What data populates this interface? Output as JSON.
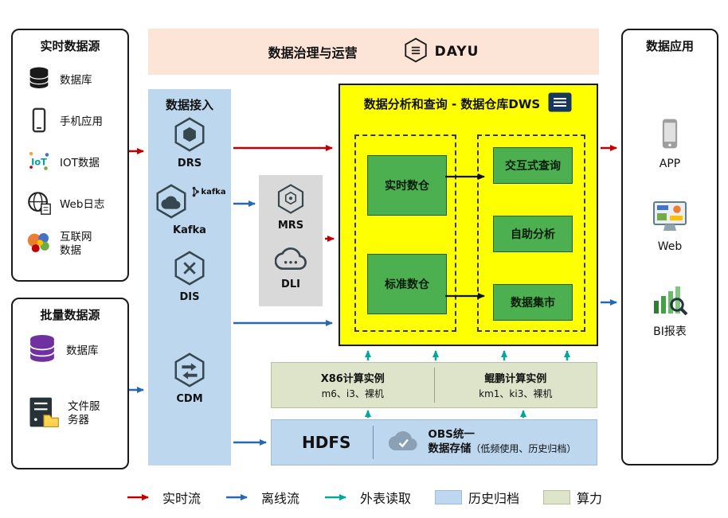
{
  "governance": {
    "title": "数据治理与运营",
    "logo_text": "DAYU"
  },
  "realtime_sources": {
    "title": "实时数据源",
    "items": [
      {
        "label": "数据库",
        "icon": "database-icon"
      },
      {
        "label": "手机应用",
        "icon": "phone-icon"
      },
      {
        "label": "IOT数据",
        "icon": "iot-icon"
      },
      {
        "label": "Web日志",
        "icon": "web-globe-icon"
      },
      {
        "label": "互联网数据",
        "icon": "internet-data-icon"
      }
    ]
  },
  "batch_sources": {
    "title": "批量数据源",
    "items": [
      {
        "label": "数据库",
        "icon": "database-purple-icon"
      },
      {
        "label": "文件服务器",
        "icon": "file-server-icon"
      }
    ]
  },
  "ingestion": {
    "title": "数据接入",
    "items": [
      {
        "label": "DRS",
        "icon": "drs-icon"
      },
      {
        "label": "Kafka",
        "icon": "kafka-icon",
        "badge": "kafka"
      },
      {
        "label": "DIS",
        "icon": "dis-icon"
      },
      {
        "label": "CDM",
        "icon": "cdm-icon"
      }
    ]
  },
  "processing": {
    "items": [
      {
        "label": "MRS",
        "icon": "mrs-icon"
      },
      {
        "label": "DLI",
        "icon": "dli-cloud-icon"
      }
    ]
  },
  "dws": {
    "title": "数据分析和查询 - 数据仓库DWS",
    "left_modules": [
      {
        "label": "实时数仓"
      },
      {
        "label": "标准数仓"
      }
    ],
    "right_modules": [
      {
        "label": "交互式查询"
      },
      {
        "label": "自助分析"
      },
      {
        "label": "数据集市"
      }
    ]
  },
  "compute": {
    "x86": {
      "title": "X86计算实例",
      "models": "m6、i3、裸机"
    },
    "kunpeng": {
      "title": "鲲鹏计算实例",
      "models": "km1、ki3、裸机"
    }
  },
  "storage": {
    "hdfs": "HDFS",
    "obs_line1": "OBS统一",
    "obs_line2": "数据存储",
    "obs_note": "（低频使用、历史归档）"
  },
  "applications": {
    "title": "数据应用",
    "items": [
      {
        "label": "APP",
        "icon": "app-phone-icon"
      },
      {
        "label": "Web",
        "icon": "web-monitor-icon"
      },
      {
        "label": "BI报表",
        "icon": "bi-report-icon"
      }
    ]
  },
  "legend": {
    "items": [
      {
        "label": "实时流",
        "type": "arrow",
        "color": "#c00000"
      },
      {
        "label": "离线流",
        "type": "arrow",
        "color": "#2769b0"
      },
      {
        "label": "外表读取",
        "type": "arrow",
        "color": "#00a79d"
      },
      {
        "label": "历史归档",
        "type": "swatch",
        "color": "#bdd7ee"
      },
      {
        "label": "算力",
        "type": "swatch",
        "color": "#dde4ca"
      }
    ]
  },
  "colors": {
    "realtime_flow": "#c00000",
    "offline_flow": "#2769b0",
    "external_read": "#00a79d",
    "history_archive_bg": "#bdd7ee",
    "compute_bg": "#dde4ca",
    "dws_bg": "#feff00",
    "module_green": "#4caf50",
    "governance_bg": "#fce4d6",
    "ingestion_bg": "#bdd7ee",
    "processing_bg": "#d9d9d9"
  }
}
